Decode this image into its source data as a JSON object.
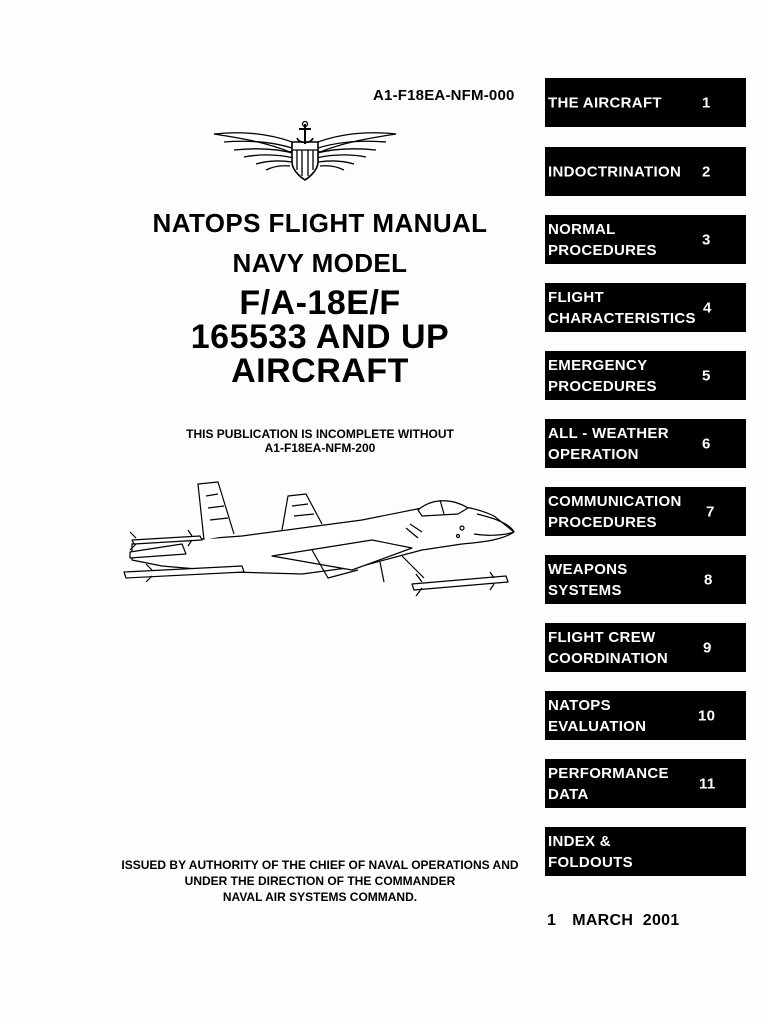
{
  "document_number": "A1-F18EA-NFM-000",
  "title": {
    "line1": "NATOPS FLIGHT MANUAL",
    "line2": "NAVY MODEL",
    "line3": "F/A-18E/F",
    "line4": "165533 AND UP",
    "line5": "AIRCRAFT"
  },
  "notice": {
    "line1": "THIS PUBLICATION IS INCOMPLETE WITHOUT",
    "line2": "A1-F18EA-NFM-200"
  },
  "issued": {
    "line1": "ISSUED BY AUTHORITY OF THE CHIEF OF NAVAL OPERATIONS AND",
    "line2": "UNDER THE DIRECTION OF THE COMMANDER",
    "line3": "NAVAL AIR SYSTEMS COMMAND."
  },
  "tabs": [
    {
      "lines": [
        "THE AIRCRAFT"
      ],
      "number": "1"
    },
    {
      "lines": [
        "INDOCTRINATION"
      ],
      "number": "2"
    },
    {
      "lines": [
        "NORMAL",
        "PROCEDURES"
      ],
      "number": "3"
    },
    {
      "lines": [
        "FLIGHT",
        "CHARACTERISTICS"
      ],
      "number": "4"
    },
    {
      "lines": [
        "EMERGENCY",
        "PROCEDURES"
      ],
      "number": "5"
    },
    {
      "lines": [
        "ALL - WEATHER",
        "OPERATION"
      ],
      "number": "6"
    },
    {
      "lines": [
        "COMMUNICATION",
        "PROCEDURES"
      ],
      "number": "7"
    },
    {
      "lines": [
        "WEAPONS",
        "SYSTEMS"
      ],
      "number": "8"
    },
    {
      "lines": [
        "FLIGHT CREW",
        "COORDINATION"
      ],
      "number": "9"
    },
    {
      "lines": [
        "NATOPS",
        "EVALUATION"
      ],
      "number": "10"
    },
    {
      "lines": [
        "PERFORMANCE",
        "DATA"
      ],
      "number": "11"
    },
    {
      "lines": [
        "INDEX &",
        "FOLDOUTS"
      ],
      "number": ""
    }
  ],
  "date": {
    "day": "1",
    "month": "MARCH",
    "year": "2001"
  },
  "images": {
    "insignia": "naval-aviator-wings-insignia",
    "aircraft": "fa-18-line-drawing"
  }
}
